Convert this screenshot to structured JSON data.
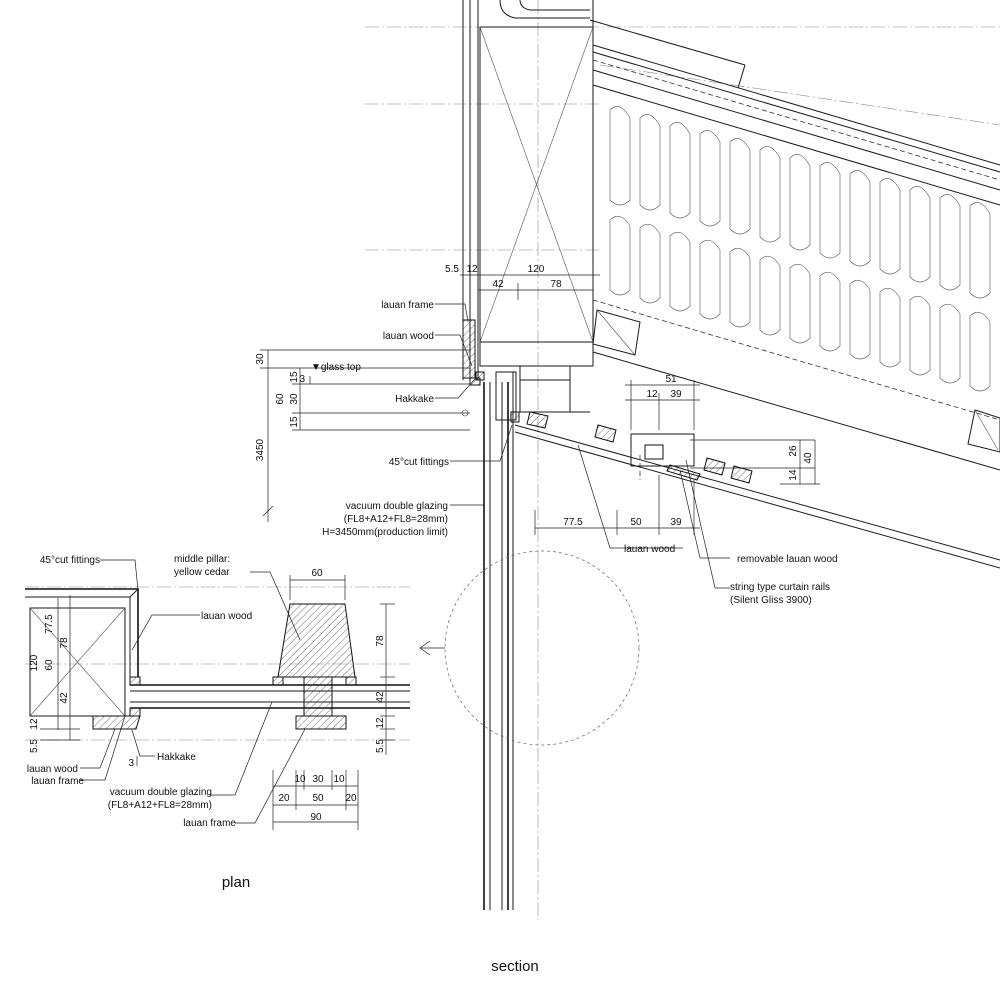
{
  "titles": {
    "plan": "plan",
    "section": "section"
  },
  "section_labels": {
    "lauan_frame": "lauan frame",
    "lauan_wood_top": "lauan wood",
    "glass_top": "▼glass top",
    "hakkake": "Hakkake",
    "cut_fittings": "45°cut fittings",
    "glazing_1": "vacuum double glazing",
    "glazing_2": "(FL8+A12+FL8=28mm)",
    "glazing_3": "H=3450mm(production limit)",
    "lauan_wood_bottom": "lauan wood",
    "removable": "removable lauan wood",
    "rails_1": "string type curtain rails",
    "rails_2": "(Silent Gliss 3900)"
  },
  "section_dims": {
    "d_5_5": "5.5",
    "d_12": "12",
    "d_120": "120",
    "d_42": "42",
    "d_78": "78",
    "d_30": "30",
    "d_15a": "15",
    "d_60": "60",
    "d_30b": "30",
    "d_15b": "15",
    "d_3": "3",
    "d_3450": "3450",
    "d_51": "51",
    "d_12b": "12",
    "d_39": "39",
    "d_26": "26",
    "d_40": "40",
    "d_14": "14",
    "d_77_5": "77.5",
    "d_50": "50",
    "d_39b": "39"
  },
  "plan_labels": {
    "cut_fittings": "45°cut fittings",
    "lauan_wood": "lauan wood",
    "middle_pillar_1": "middle pillar:",
    "middle_pillar_2": "yellow cedar",
    "hakkake": "Hakkake",
    "lauan_wood_2": "lauan wood",
    "lauan_frame": "lauan frame",
    "glazing_1": "vacuum double glazing",
    "glazing_2": "(FL8+A12+FL8=28mm)",
    "lauan_frame_2": "lauan frame"
  },
  "plan_dims": {
    "d_77_5": "77.5",
    "d_120": "120",
    "d_78": "78",
    "d_60": "60",
    "d_42": "42",
    "d_12": "12",
    "d_5_5": "5.5",
    "d_3": "3",
    "p_60": "60",
    "p_78": "78",
    "p_42": "42",
    "p_12": "12",
    "p_5_5": "5.5",
    "b_10a": "10",
    "b_30": "30",
    "b_10b": "10",
    "b_20a": "20",
    "b_50": "50",
    "b_20b": "20",
    "b_90": "90"
  }
}
